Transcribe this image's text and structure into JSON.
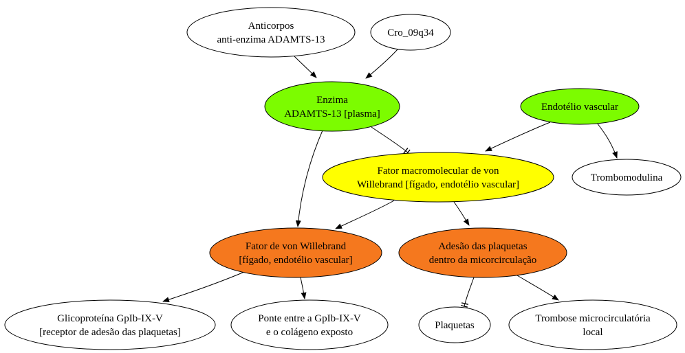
{
  "colors": {
    "green": "#7cfc00",
    "yellow": "#ffff00",
    "orange": "#f5781e",
    "white": "#ffffff"
  },
  "nodes": {
    "anticorpos": {
      "lines": [
        "Anticorpos",
        "anti-enzima ADAMTS-13"
      ],
      "color": "white"
    },
    "cro": {
      "lines": [
        "Cro_09q34"
      ],
      "color": "white"
    },
    "enzima": {
      "lines": [
        "Enzima",
        "ADAMTS-13 [plasma]"
      ],
      "color": "green"
    },
    "endotelio": {
      "lines": [
        "Endotélio vascular"
      ],
      "color": "green"
    },
    "fator_macro": {
      "lines": [
        "Fator macromolecular de von",
        "Willebrand [fígado, endotélio vascular]"
      ],
      "color": "yellow"
    },
    "trombomodulina": {
      "lines": [
        "Trombomodulina"
      ],
      "color": "white"
    },
    "fator_vw": {
      "lines": [
        "Fator de von Willebrand",
        "[fígado, endotélio vascular]"
      ],
      "color": "orange"
    },
    "adesao": {
      "lines": [
        "Adesão das plaquetas",
        "dentro da micorcirculação"
      ],
      "color": "orange"
    },
    "glicoproteina": {
      "lines": [
        "Glicoproteína GpIb-IX-V",
        "[receptor de adesão das plaquetas]"
      ],
      "color": "white"
    },
    "ponte": {
      "lines": [
        "Ponte entre a GpIb-IX-V",
        "e o colágeno exposto"
      ],
      "color": "white"
    },
    "plaquetas": {
      "lines": [
        "Plaquetas"
      ],
      "color": "white"
    },
    "trombose": {
      "lines": [
        "Trombose microcirculatória",
        "local"
      ],
      "color": "white"
    }
  },
  "edges": [
    {
      "from": "anticorpos",
      "to": "enzima",
      "head": "arrow"
    },
    {
      "from": "cro",
      "to": "enzima",
      "head": "arrow"
    },
    {
      "from": "enzima",
      "to": "fator_macro",
      "head": "tee"
    },
    {
      "from": "enzima",
      "to": "fator_vw",
      "head": "arrow"
    },
    {
      "from": "endotelio",
      "to": "fator_macro",
      "head": "arrow"
    },
    {
      "from": "endotelio",
      "to": "trombomodulina",
      "head": "arrow"
    },
    {
      "from": "fator_macro",
      "to": "fator_vw",
      "head": "arrow"
    },
    {
      "from": "fator_macro",
      "to": "adesao",
      "head": "arrow"
    },
    {
      "from": "fator_vw",
      "to": "glicoproteina",
      "head": "arrow"
    },
    {
      "from": "fator_vw",
      "to": "ponte",
      "head": "arrow"
    },
    {
      "from": "adesao",
      "to": "plaquetas",
      "head": "tee"
    },
    {
      "from": "adesao",
      "to": "trombose",
      "head": "arrow"
    }
  ]
}
